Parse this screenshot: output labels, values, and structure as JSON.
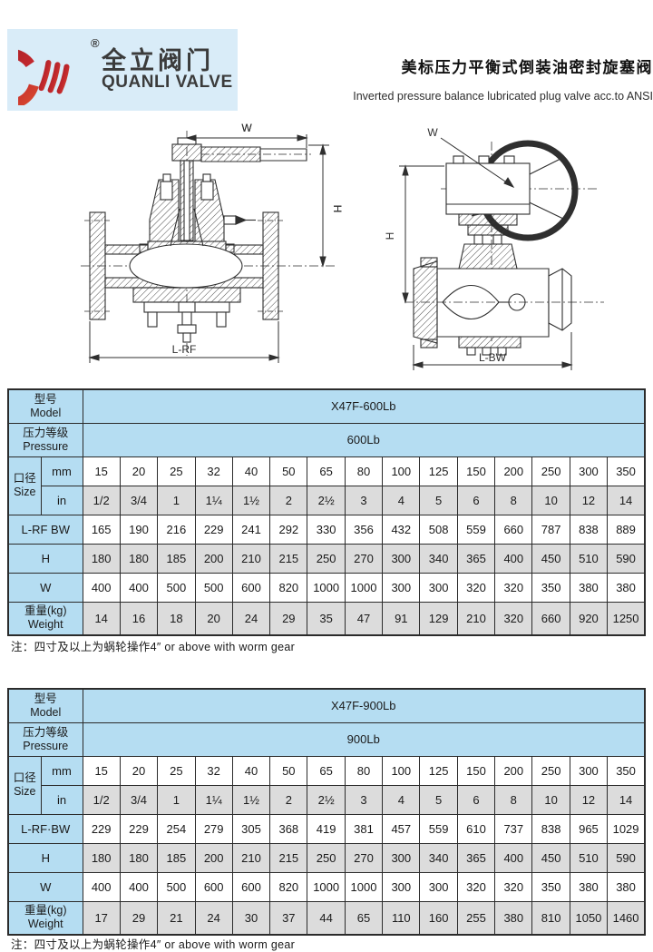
{
  "header": {
    "logo": {
      "brand_cn": "全立阀门",
      "brand_en": "QUANLI VALVE",
      "registered_mark": "®",
      "box_bg": "#d9ecf8",
      "brand_red": "#c1272d"
    },
    "title_cn": "美标压力平衡式倒装油密封旋塞阀",
    "title_en": "Inverted pressure balance lubricated plug valve acc.to ANSI"
  },
  "drawings": {
    "left": {
      "dim_width": "W",
      "dim_height": "H",
      "dim_length": "L-RF"
    },
    "right": {
      "dim_width": "W",
      "dim_height": "H",
      "dim_length": "L-BW"
    }
  },
  "colors": {
    "table_header_bg": "#b5ddf2",
    "row_shade_bg": "#dcdcdc",
    "table_border": "#2b2b2b"
  },
  "tables": [
    {
      "model": {
        "label_cn": "型号",
        "label_en": "Model",
        "value": "X47F-600Lb"
      },
      "pressure": {
        "label_cn": "压力等级",
        "label_en": "Pressure",
        "value": "600Lb"
      },
      "size": {
        "label_cn": "口径",
        "label_en": "Size",
        "mm_label": "mm",
        "in_label": "in",
        "mm": [
          "15",
          "20",
          "25",
          "32",
          "40",
          "50",
          "65",
          "80",
          "100",
          "125",
          "150",
          "200",
          "250",
          "300",
          "350"
        ],
        "in": [
          "1/2",
          "3/4",
          "1",
          "1¼",
          "1½",
          "2",
          "2½",
          "3",
          "4",
          "5",
          "6",
          "8",
          "10",
          "12",
          "14"
        ]
      },
      "dim_rows": [
        {
          "label": "L-RF BW",
          "values": [
            "165",
            "190",
            "216",
            "229",
            "241",
            "292",
            "330",
            "356",
            "432",
            "508",
            "559",
            "660",
            "787",
            "838",
            "889"
          ]
        },
        {
          "label": "H",
          "values": [
            "180",
            "180",
            "185",
            "200",
            "210",
            "215",
            "250",
            "270",
            "300",
            "340",
            "365",
            "400",
            "450",
            "510",
            "590"
          ]
        },
        {
          "label": "W",
          "values": [
            "400",
            "400",
            "500",
            "500",
            "600",
            "820",
            "1000",
            "1000",
            "300",
            "300",
            "320",
            "320",
            "350",
            "380",
            "380"
          ]
        }
      ],
      "weight": {
        "label_cn": "重量(kg)",
        "label_en": "Weight",
        "values": [
          "14",
          "16",
          "18",
          "20",
          "24",
          "29",
          "35",
          "47",
          "91",
          "129",
          "210",
          "320",
          "660",
          "920",
          "1250"
        ]
      },
      "note": "注：四寸及以上为蜗轮操作4″  or above with worm gear"
    },
    {
      "model": {
        "label_cn": "型号",
        "label_en": "Model",
        "value": "X47F-900Lb"
      },
      "pressure": {
        "label_cn": "压力等级",
        "label_en": "Pressure",
        "value": "900Lb"
      },
      "size": {
        "label_cn": "口径",
        "label_en": "Size",
        "mm_label": "mm",
        "in_label": "in",
        "mm": [
          "15",
          "20",
          "25",
          "32",
          "40",
          "50",
          "65",
          "80",
          "100",
          "125",
          "150",
          "200",
          "250",
          "300",
          "350"
        ],
        "in": [
          "1/2",
          "3/4",
          "1",
          "1¼",
          "1½",
          "2",
          "2½",
          "3",
          "4",
          "5",
          "6",
          "8",
          "10",
          "12",
          "14"
        ]
      },
      "dim_rows": [
        {
          "label": "L-RF·BW",
          "values": [
            "229",
            "229",
            "254",
            "279",
            "305",
            "368",
            "419",
            "381",
            "457",
            "559",
            "610",
            "737",
            "838",
            "965",
            "1029"
          ]
        },
        {
          "label": "H",
          "values": [
            "180",
            "180",
            "185",
            "200",
            "210",
            "215",
            "250",
            "270",
            "300",
            "340",
            "365",
            "400",
            "450",
            "510",
            "590"
          ]
        },
        {
          "label": "W",
          "values": [
            "400",
            "400",
            "500",
            "600",
            "600",
            "820",
            "1000",
            "1000",
            "300",
            "300",
            "320",
            "320",
            "350",
            "380",
            "380"
          ]
        }
      ],
      "weight": {
        "label_cn": "重量(kg)",
        "label_en": "Weight",
        "values": [
          "17",
          "29",
          "21",
          "24",
          "30",
          "37",
          "44",
          "65",
          "110",
          "160",
          "255",
          "380",
          "810",
          "1050",
          "1460"
        ]
      },
      "note": "注：四寸及以上为蜗轮操作4″  or above with worm gear"
    }
  ]
}
